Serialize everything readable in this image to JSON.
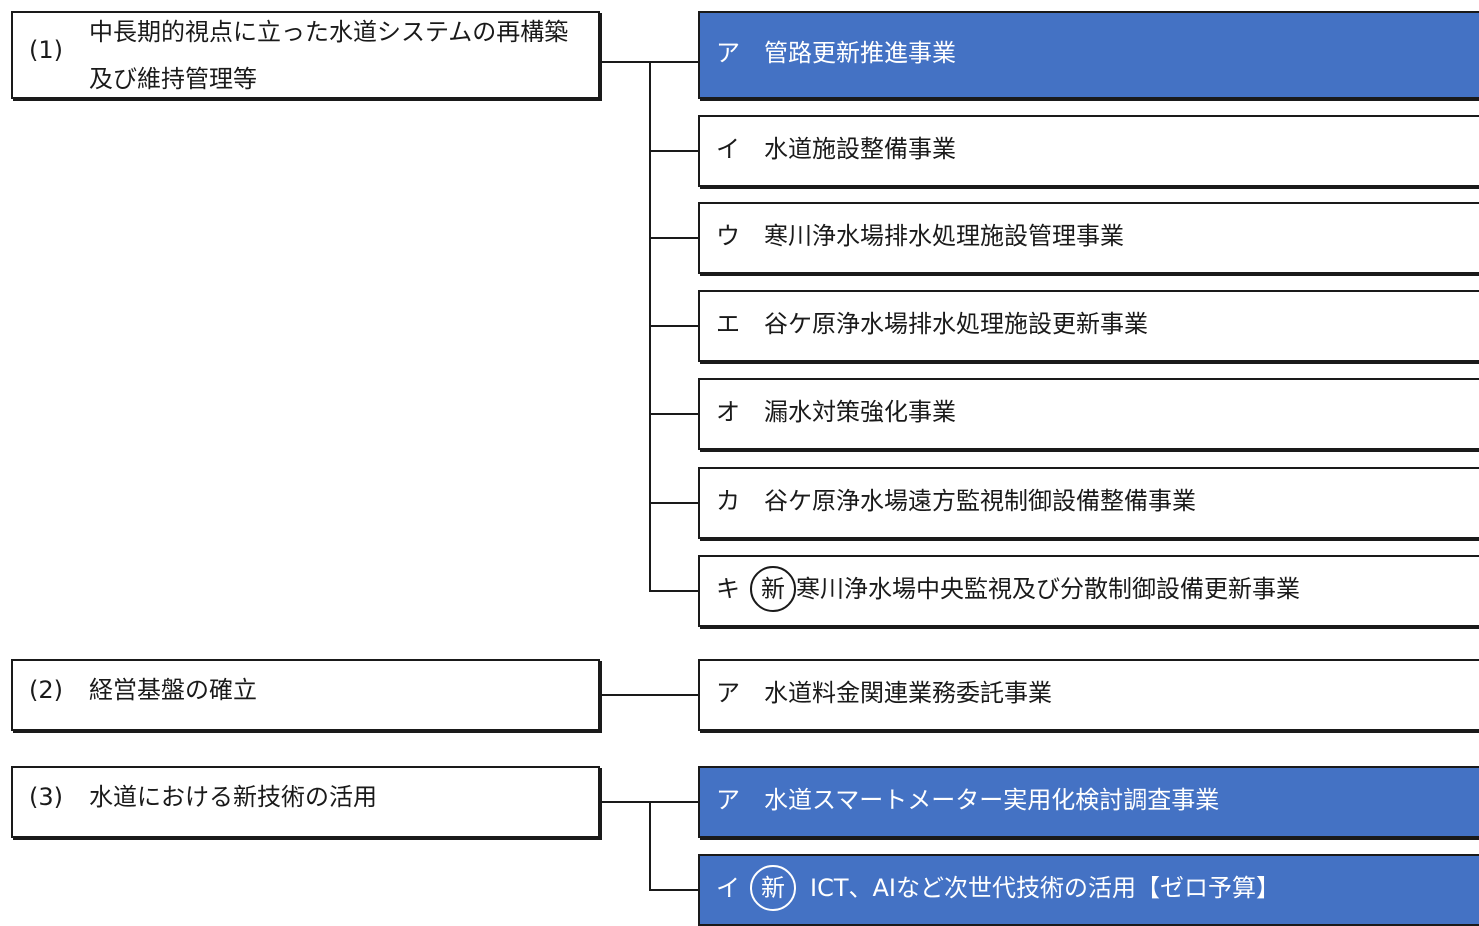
{
  "groups": [
    {
      "number": "(1)",
      "title": "中長期的視点に立った水道システムの再構築及び維持管理等",
      "items": [
        {
          "mark": "ア",
          "text": "管路更新推進事業",
          "highlighted": true,
          "new": false
        },
        {
          "mark": "イ",
          "text": "水道施設整備事業",
          "highlighted": false,
          "new": false
        },
        {
          "mark": "ウ",
          "text": "寒川浄水場排水処理施設管理事業",
          "highlighted": false,
          "new": false
        },
        {
          "mark": "エ",
          "text": "谷ケ原浄水場排水処理施設更新事業",
          "highlighted": false,
          "new": false
        },
        {
          "mark": "オ",
          "text": "漏水対策強化事業",
          "highlighted": false,
          "new": false
        },
        {
          "mark": "カ",
          "text": "谷ケ原浄水場遠方監視制御設備整備事業",
          "highlighted": false,
          "new": false
        },
        {
          "mark": "キ",
          "text": "寒川浄水場中央監視及び分散制御設備更新事業",
          "highlighted": false,
          "new": true
        }
      ]
    },
    {
      "number": "(2)",
      "title": "経営基盤の確立",
      "items": [
        {
          "mark": "ア",
          "text": "水道料金関連業務委託事業",
          "highlighted": false,
          "new": false
        }
      ]
    },
    {
      "number": "(3)",
      "title": "水道における新技術の活用",
      "items": [
        {
          "mark": "ア",
          "text": "水道スマートメーター実用化検討調査事業",
          "highlighted": true,
          "new": false
        },
        {
          "mark": "イ",
          "text": "ICT、AIなど次世代技術の活用【ゼロ予算】",
          "highlighted": true,
          "new": true
        }
      ]
    }
  ],
  "new_badge": "新",
  "colors": {
    "highlight": "#4472c4",
    "line": "#1a1a1a"
  }
}
